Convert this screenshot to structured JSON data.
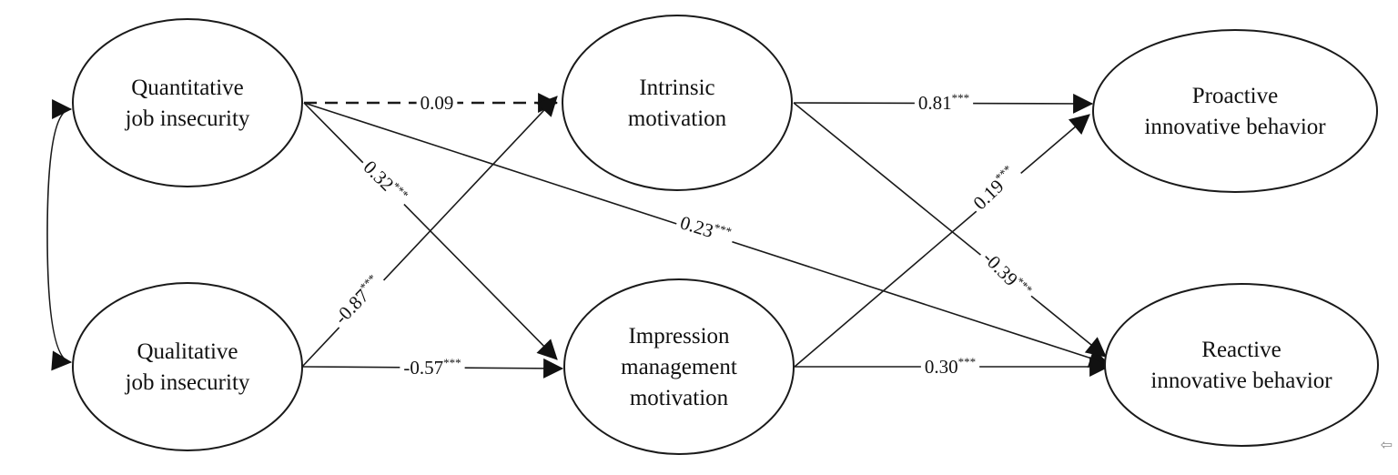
{
  "diagram": {
    "nodes": [
      {
        "id": "quantitative",
        "lines": [
          "Quantitative",
          "job insecurity"
        ]
      },
      {
        "id": "qualitative",
        "lines": [
          "Qualitative",
          "job insecurity"
        ]
      },
      {
        "id": "intrinsic",
        "lines": [
          "Intrinsic",
          "motivation"
        ]
      },
      {
        "id": "impression",
        "lines": [
          "Impression",
          "management",
          "motivation"
        ]
      },
      {
        "id": "proactive",
        "lines": [
          "Proactive",
          "innovative behavior"
        ]
      },
      {
        "id": "reactive",
        "lines": [
          "Reactive",
          "innovative behavior"
        ]
      }
    ],
    "edges": [
      {
        "id": "quant-intr",
        "from": "quantitative",
        "to": "intrinsic",
        "coef": "0.09",
        "stars": "",
        "dashed": true
      },
      {
        "id": "quant-impr",
        "from": "quantitative",
        "to": "impression",
        "coef": "0.32",
        "stars": "***",
        "dashed": false
      },
      {
        "id": "quant-reac",
        "from": "quantitative",
        "to": "reactive",
        "coef": "0.23",
        "stars": "***",
        "dashed": false
      },
      {
        "id": "qual-intr",
        "from": "qualitative",
        "to": "intrinsic",
        "coef": "-0.87",
        "stars": "***",
        "dashed": false
      },
      {
        "id": "qual-impr",
        "from": "qualitative",
        "to": "impression",
        "coef": "-0.57",
        "stars": "***",
        "dashed": false
      },
      {
        "id": "intr-proa",
        "from": "intrinsic",
        "to": "proactive",
        "coef": "0.81",
        "stars": "***",
        "dashed": false
      },
      {
        "id": "intr-reac",
        "from": "intrinsic",
        "to": "reactive",
        "coef": "-0.39",
        "stars": "***",
        "dashed": false
      },
      {
        "id": "impr-proa",
        "from": "impression",
        "to": "proactive",
        "coef": "0.19",
        "stars": "***",
        "dashed": false
      },
      {
        "id": "impr-reac",
        "from": "impression",
        "to": "reactive",
        "coef": "0.30",
        "stars": "***",
        "dashed": false
      }
    ],
    "correlation": {
      "from": "quantitative",
      "to": "qualitative"
    }
  },
  "ui": {
    "corner_icon": "back-arrow-icon"
  }
}
